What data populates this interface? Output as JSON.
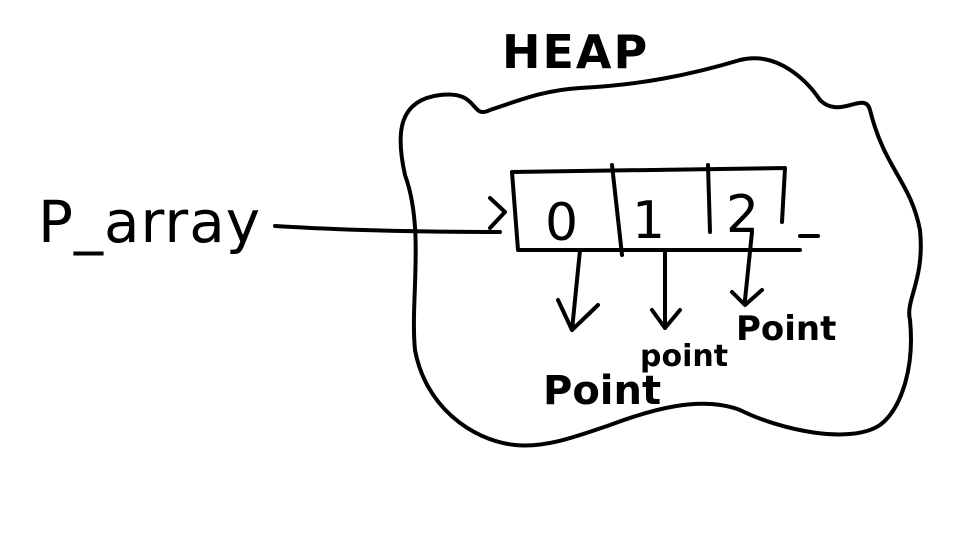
{
  "heap_label": "HEAP",
  "variable_label": "P_array",
  "array_cells": [
    "0",
    "1",
    "2"
  ],
  "targets": [
    "Point",
    "point",
    "Point"
  ],
  "colors": {
    "ink": "#000000",
    "background": "#ffffff"
  }
}
